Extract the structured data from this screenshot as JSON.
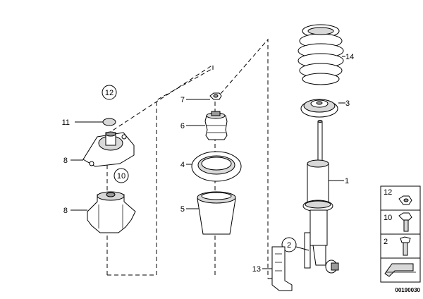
{
  "callouts": {
    "c1": "1",
    "c2": "2",
    "c3": "3",
    "c4": "4",
    "c5": "5",
    "c6": "6",
    "c7": "7",
    "c8": "8",
    "c8b": "8",
    "c10": "10",
    "c11": "11",
    "c12": "12",
    "c13": "13",
    "c14": "14"
  },
  "legend": {
    "items": [
      "12",
      "10",
      "2"
    ]
  },
  "catalog_number": "00190030"
}
